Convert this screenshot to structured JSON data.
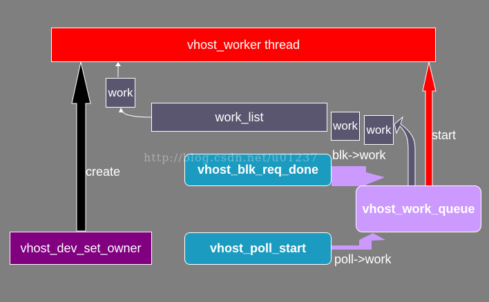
{
  "title_box": "vhost_worker thread",
  "work_small_left": "work",
  "work_list": "work_list",
  "work_queue_items": [
    "work",
    "work"
  ],
  "blk_req_done": "vhost_blk_req_done",
  "poll_start": "vhost_poll_start",
  "work_queue": "vhost_work_queue",
  "set_owner": "vhost_dev_set_owner",
  "labels": {
    "create": "create",
    "start": "start",
    "blk_work": "blk->work",
    "poll_work": "poll->work"
  },
  "watermark": "http://blog.csdn.net/u01237",
  "colors": {
    "background": "#7f7f7f",
    "thread": "#ff0000",
    "slate": "#5a5670",
    "teal": "#1b9bbf",
    "lilac": "#cc99ff",
    "purple": "#800080"
  }
}
